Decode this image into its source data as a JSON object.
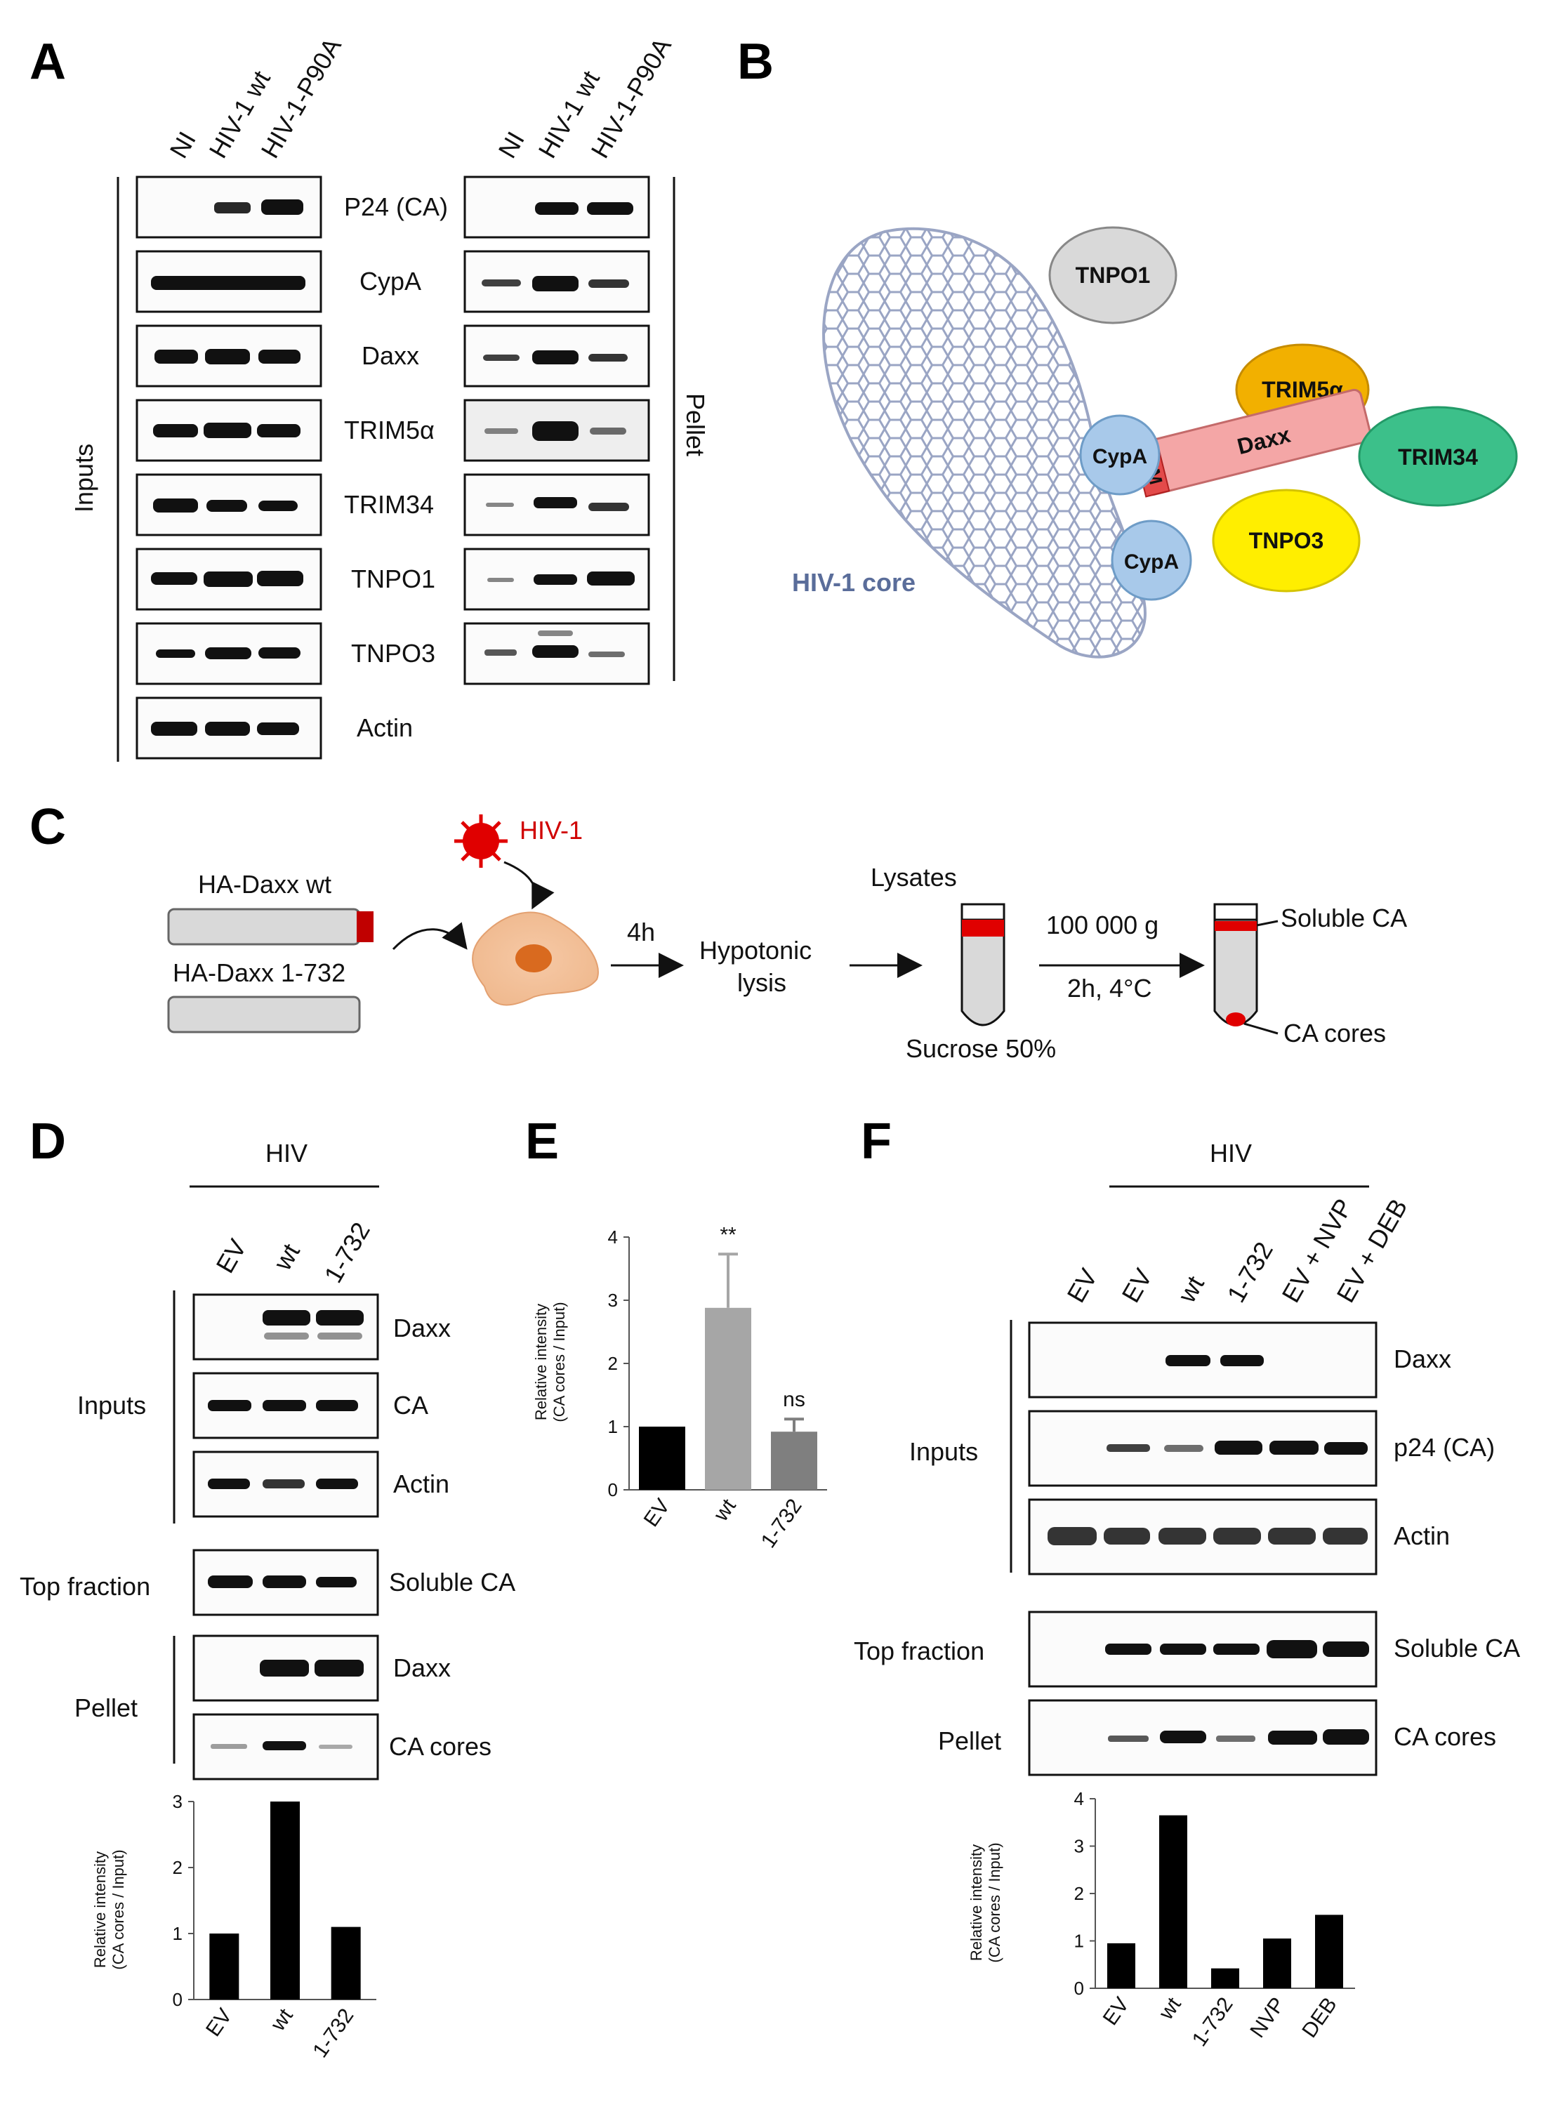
{
  "panels": {
    "a": "A",
    "b": "B",
    "c": "C",
    "d": "D",
    "e": "E",
    "f": "F"
  },
  "panel_a": {
    "lanes": [
      "NI",
      "HIV-1 wt",
      "HIV-1-P90A"
    ],
    "proteins": [
      "P24 (CA)",
      "CypA",
      "Daxx",
      "TRIM5α",
      "TRIM34",
      "TNPO1",
      "TNPO3",
      "Actin"
    ],
    "inputs_label": "Inputs",
    "pellet_label": "Pellet"
  },
  "panel_b": {
    "core_label": "HIV-1 core",
    "tnpo1": "TNPO1",
    "trim5a": "TRIM5α",
    "daxx": "Daxx",
    "sim": "SIM",
    "trim34": "TRIM34",
    "tnpo3": "TNPO3",
    "cypa": "CypA",
    "colors": {
      "tnpo1": "#d9d9d9",
      "trim5a": "#f2b000",
      "daxx": "#f4a6a6",
      "trim34": "#3cc08a",
      "tnpo3": "#ffee00",
      "cypa": "#a8c9ea",
      "core": "#a9b3cf"
    }
  },
  "panel_c": {
    "ha_daxx_wt": "HA-Daxx wt",
    "ha_daxx_1_732": "HA-Daxx 1-732",
    "hiv": "HIV-1",
    "time": "4h",
    "hypotonic_1": "Hypotonic",
    "hypotonic_2": "lysis",
    "lysates": "Lysates",
    "sucrose": "Sucrose 50%",
    "speed": "100 000 g",
    "conditions": "2h, 4°C",
    "soluble_ca": "Soluble CA",
    "ca_cores": "CA cores"
  },
  "panel_d": {
    "hiv": "HIV",
    "lanes": [
      "EV",
      "wt",
      "1-732"
    ],
    "inputs": "Inputs",
    "top_fraction": "Top fraction",
    "pellet": "Pellet",
    "blots": [
      "Daxx",
      "CA",
      "Actin",
      "Soluble CA",
      "Daxx",
      "CA cores"
    ]
  },
  "panel_e": {
    "significance": [
      "",
      "**",
      "ns"
    ]
  },
  "panel_f": {
    "hiv": "HIV",
    "lanes": [
      "EV",
      "EV",
      "wt",
      "1-732",
      "EV + NVP",
      "EV + DEB"
    ],
    "inputs": "Inputs",
    "top_fraction": "Top fraction",
    "pellet": "Pellet",
    "blots": [
      "Daxx",
      "p24 (CA)",
      "Actin",
      "Soluble CA",
      "CA cores"
    ]
  },
  "chart_data": [
    {
      "id": "panel-e-chart",
      "type": "bar",
      "categories": [
        "EV",
        "wt",
        "1-732"
      ],
      "values": [
        1,
        2.88,
        0.92
      ],
      "errors": [
        0,
        0.85,
        0.2
      ],
      "colors": [
        "#000000",
        "#a6a6a6",
        "#7f7f7f"
      ],
      "ylabel": "Relative intensity\n(CA cores / Input)",
      "ylim": [
        0,
        4
      ],
      "yticks": [
        0,
        1,
        2,
        3,
        4
      ]
    },
    {
      "id": "panel-d-chart",
      "type": "bar",
      "categories": [
        "EV",
        "wt",
        "1-732"
      ],
      "values": [
        1,
        3,
        1.1
      ],
      "colors": [
        "#000000",
        "#000000",
        "#000000"
      ],
      "ylabel": "Relative intensity\n(CA cores / Input)",
      "ylim": [
        0,
        3
      ],
      "yticks": [
        0,
        1,
        2,
        3
      ]
    },
    {
      "id": "panel-f-chart",
      "type": "bar",
      "categories": [
        "EV",
        "wt",
        "1-732",
        "NVP",
        "DEB"
      ],
      "values": [
        0.95,
        3.65,
        0.42,
        1.05,
        1.55
      ],
      "colors": [
        "#000000",
        "#000000",
        "#000000",
        "#000000",
        "#000000"
      ],
      "ylabel": "Relative intensity\n(CA cores / Input)",
      "ylim": [
        0,
        4
      ],
      "yticks": [
        0,
        1,
        2,
        3,
        4
      ]
    }
  ]
}
